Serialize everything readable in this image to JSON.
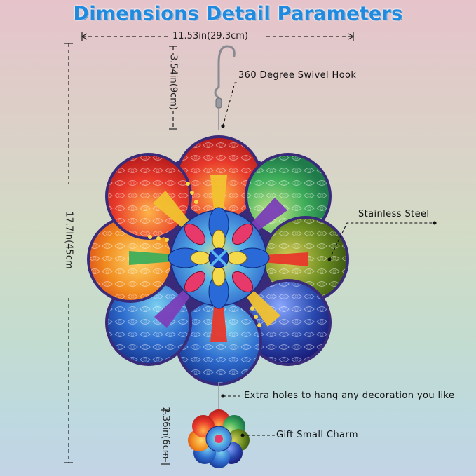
{
  "title": "Dimensions Detail Parameters",
  "dimensions": {
    "width": "11.53in(29.3cm)",
    "height": "17.7in(45cm",
    "hook_length": "3.54in(9cm)",
    "charm_length": "2.36in(6cm"
  },
  "callouts": {
    "hook": "360 Degree Swivel Hook",
    "material": "Stainless Steel",
    "holes": "Extra holes to hang any decoration you like",
    "charm": "Gift Small Charm"
  },
  "colors": {
    "title": "#1e8be0",
    "petal_red": "#e8392b",
    "petal_orange": "#f08a1e",
    "petal_green": "#3fae5a",
    "petal_olive": "#7a9a2a",
    "petal_blue": "#2f6fd0",
    "petal_navy": "#2a4ab0",
    "rim": "#3a2a7a"
  }
}
